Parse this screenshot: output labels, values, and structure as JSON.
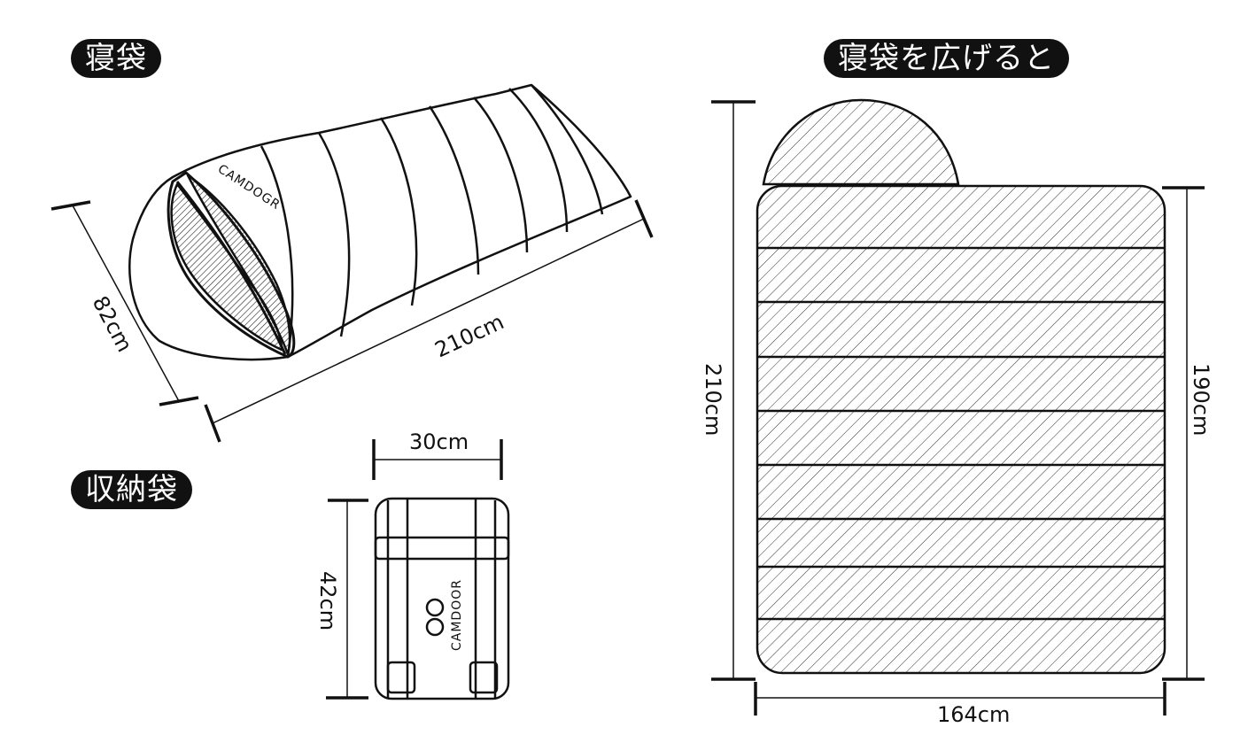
{
  "titles": {
    "sleeping_bag": "寝袋",
    "storage_bag": "収納袋",
    "unfolded": "寝袋を広げると"
  },
  "dimensions": {
    "bag_width": "82cm",
    "bag_length": "210cm",
    "storage_width": "30cm",
    "storage_height": "42cm",
    "unfolded_total_length": "210cm",
    "unfolded_body_length": "190cm",
    "unfolded_width": "164cm"
  },
  "brand": {
    "bag_text": "CAMDOGR",
    "storage_text": "CAMDOOR"
  },
  "colors": {
    "ink": "#111111",
    "fill": "#ffffff",
    "hatch": "#333333"
  }
}
